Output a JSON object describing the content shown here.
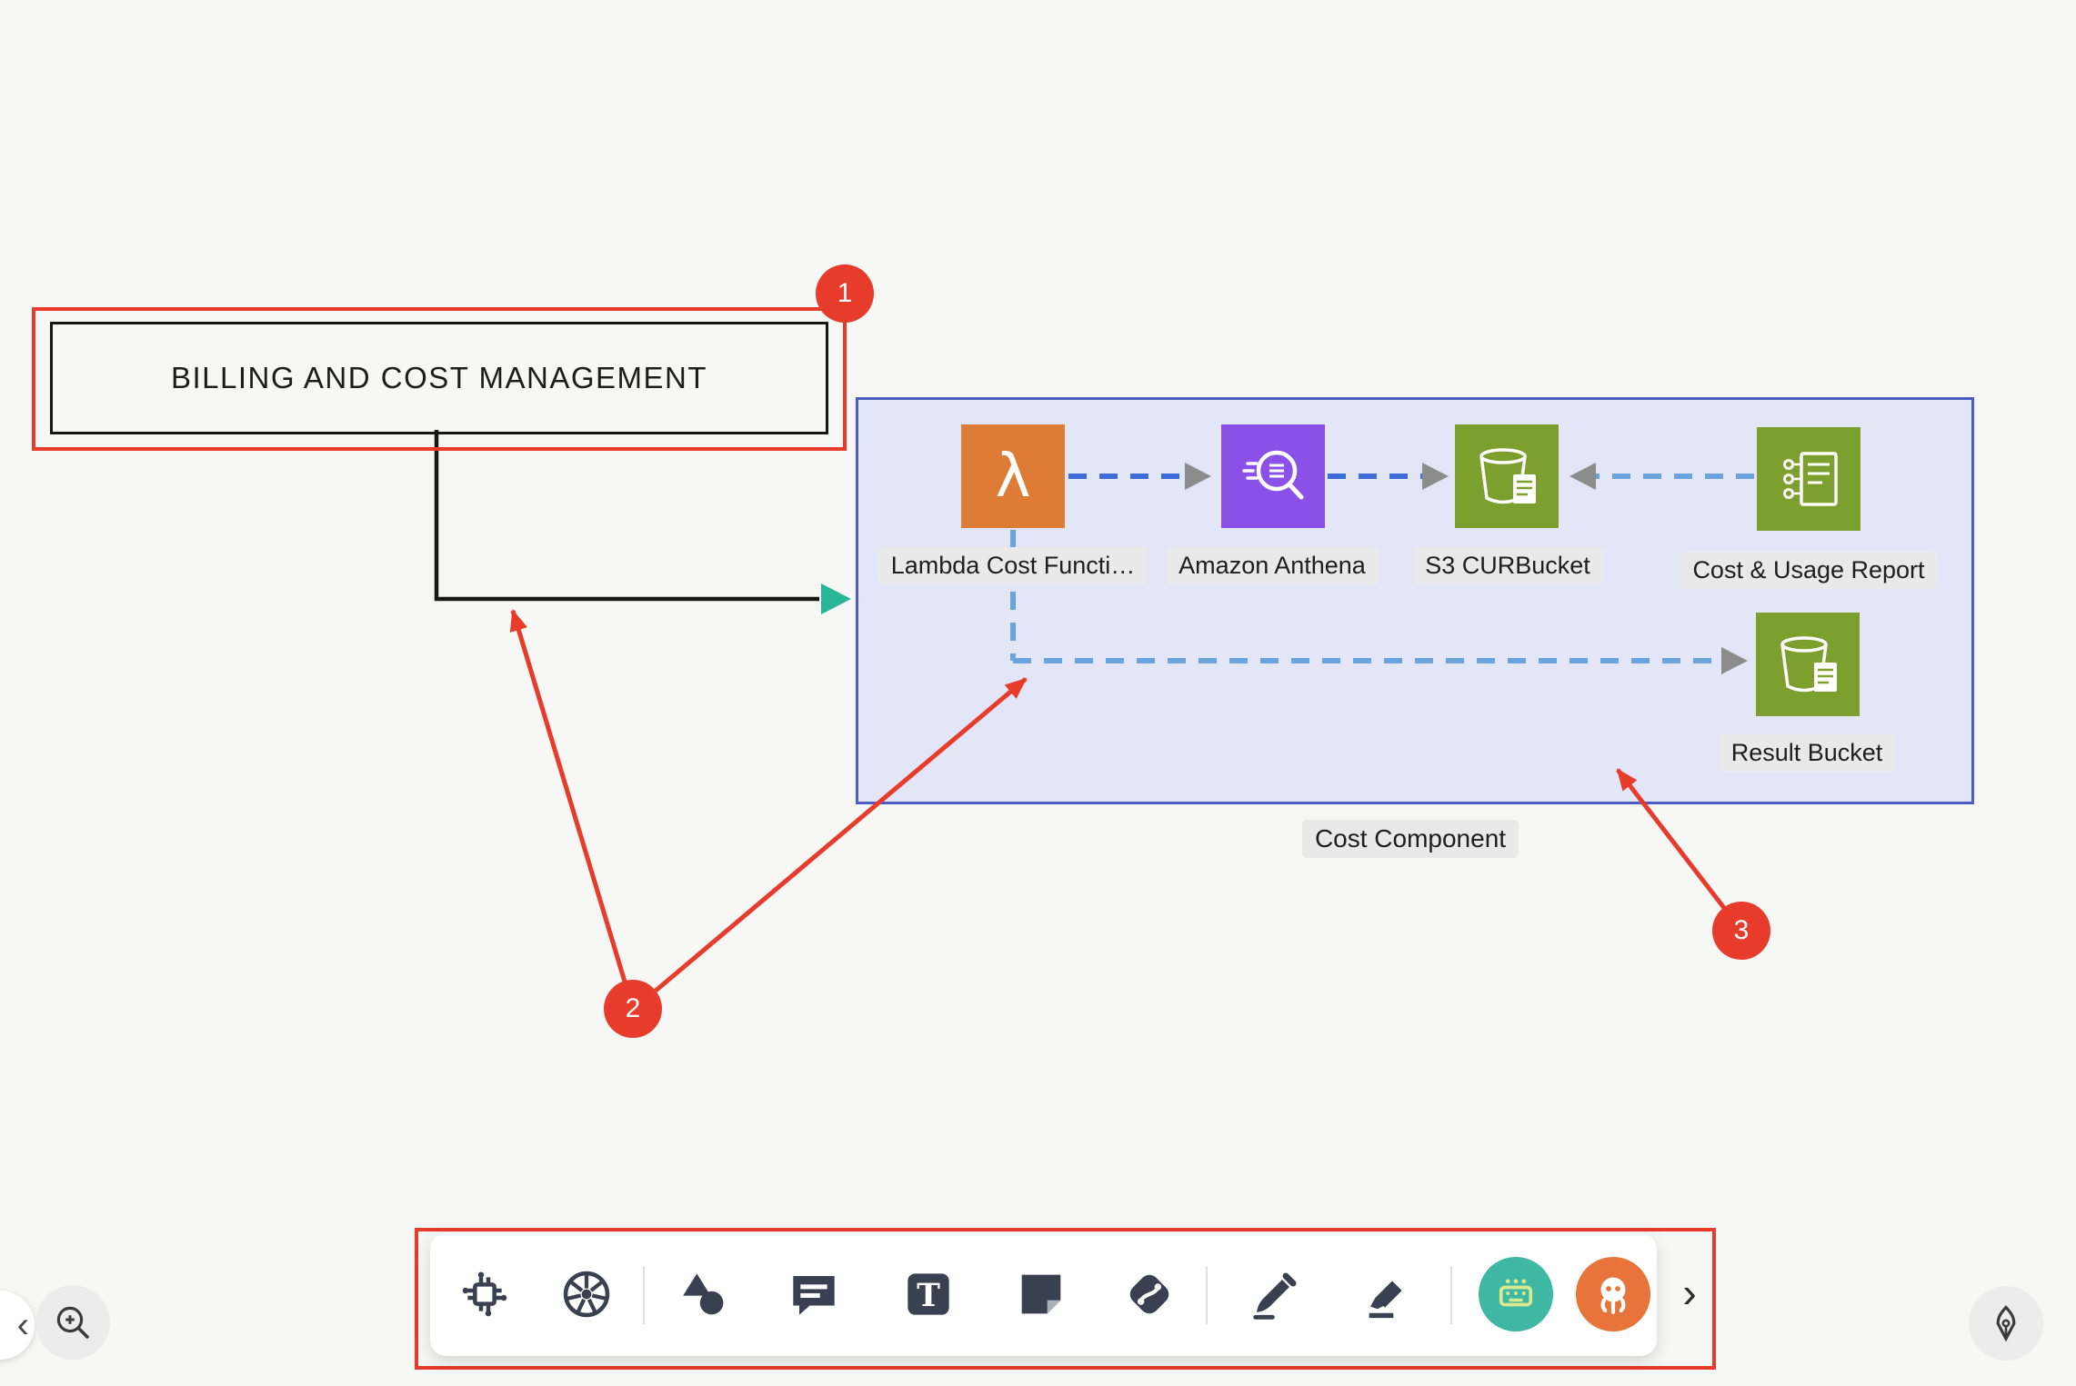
{
  "app": {
    "background": "#f7f7f5",
    "annotation_color": "#e73b2c"
  },
  "billing_box": {
    "label": "BILLING AND COST MANAGEMENT"
  },
  "badges": {
    "one": "1",
    "two": "2",
    "three": "3"
  },
  "cost_component": {
    "group_label": "Cost Component",
    "container_fill": "#e3e6f7",
    "container_border": "#4d5bc4",
    "nodes": [
      {
        "label": "Lambda Cost Functi…",
        "color": "#de7c35",
        "icon": "lambda-icon"
      },
      {
        "label": "Amazon Anthena",
        "color": "#8a50e8",
        "icon": "athena-icon"
      },
      {
        "label": "S3 CURBucket",
        "color": "#7d9f2d",
        "icon": "s3-bucket-icon"
      },
      {
        "label": "Cost & Usage Report",
        "color": "#7d9f2d",
        "icon": "cost-usage-report-icon"
      },
      {
        "label": "Result Bucket",
        "color": "#7d9f2d",
        "icon": "s3-bucket-icon"
      }
    ]
  },
  "connectors": {
    "flow_line_color": "#161616",
    "flow_arrowhead_color": "#2bb598",
    "dashed_primary_color": "#3e6cd8",
    "dashed_secondary_color": "#69a4de",
    "dashed_arrowhead_color": "#8c8c8c"
  },
  "toolbar": {
    "items": [
      {
        "icon": "architecture-icon"
      },
      {
        "icon": "kubernetes-icon"
      },
      {
        "icon": "shapes-icon"
      },
      {
        "icon": "comment-icon"
      },
      {
        "icon": "text-icon"
      },
      {
        "icon": "sticky-note-icon"
      },
      {
        "icon": "connector-icon"
      },
      {
        "icon": "pen-icon"
      },
      {
        "icon": "highlighter-icon"
      },
      {
        "icon": "keyboard-app-icon",
        "color": "#3eb7a4"
      },
      {
        "icon": "argo-squid-icon",
        "color": "#e8743b"
      }
    ],
    "expand_chevron": "›"
  },
  "controls": {
    "collapse_chevron": "‹",
    "zoom_icon": "zoom-in-icon",
    "pen_tool_icon": "pen-nib-icon"
  }
}
